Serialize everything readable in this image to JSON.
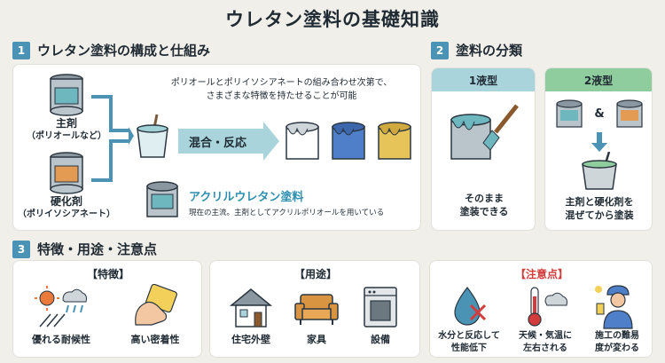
{
  "page_title": "ウレタン塗料の基礎知識",
  "section1": {
    "number": "1",
    "heading": "ウレタン塗料の構成と仕組み",
    "main_agent": "主剤",
    "main_agent_note": "（ポリオールなど）",
    "hardener": "硬化剤",
    "hardener_note": "（ポリイソシアネート）",
    "description_line1": "ポリオールとポリイソシアネートの組み合わせ次第で、",
    "description_line2": "さまざまな特徴を持たせることが可能",
    "process_label": "混合・反応",
    "acrylic_title": "アクリルウレタン塗料",
    "acrylic_note": "現在の主流。主剤としてアクリルポリオールを用いている"
  },
  "section2": {
    "number": "2",
    "heading": "塗料の分類",
    "one_part_title": "1液型",
    "one_part_caption_line1": "そのまま",
    "one_part_caption_line2": "塗装できる",
    "two_part_title": "2液型",
    "ampersand": "&",
    "two_part_caption_line1": "主剤と硬化剤を",
    "two_part_caption_line2": "混ぜてから塗装"
  },
  "section3": {
    "number": "3",
    "heading": "特徴・用途・注意点",
    "features_title": "【特徴】",
    "feature1": "優れる耐候性",
    "feature2": "高い密着性",
    "uses_title": "【用途】",
    "use1": "住宅外壁",
    "use2": "家具",
    "use3": "設備",
    "cautions_title": "【注意点】",
    "caution1_line1": "水分と反応して",
    "caution1_line2": "性能低下",
    "caution2_line1": "天候・気温に",
    "caution2_line2": "左右される",
    "caution3_line1": "施工の難易",
    "caution3_line2": "度が変わる"
  },
  "colors": {
    "accent": "#4a93b5",
    "one_part_header": "#a9d4dc",
    "two_part_header": "#8fcc9e",
    "caution_red": "#d23c3c"
  }
}
